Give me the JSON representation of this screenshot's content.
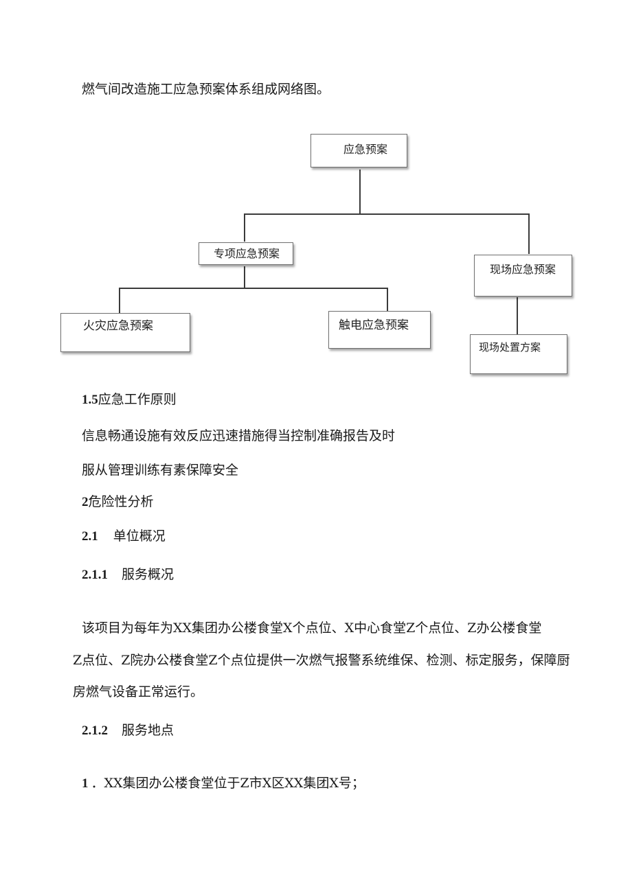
{
  "intro": "燃气间改造施工应急预案体系组成网络图。",
  "diagram": {
    "root": "应急预案",
    "special": "专项应急预案",
    "onsite": "现场应急预案",
    "fire": "火灾应急预案",
    "electric": "触电应急预案",
    "disposal": "现场处置方案"
  },
  "sec_1_5": {
    "num": "1.5",
    "title": "应急工作原则"
  },
  "principles": [
    "信息畅通设施有效反应迅速措施得当控制准确报告及时",
    "服从管理训练有素保障安全"
  ],
  "sec_2": {
    "num": "2",
    "title": "危险性分析"
  },
  "sec_2_1": {
    "num": "2.1",
    "title": "单位概况"
  },
  "sec_2_1_1": {
    "num": "2.1.1",
    "title": "服务概况"
  },
  "overview_lines": [
    "该项目为每年为XX集团办公楼食堂X个点位、X中心食堂Z个点位、Z办公楼食堂",
    "Z点位、Z院办公楼食堂Z个点位提供一次燃气报警系统维保、检测、标定服务，保障厨",
    "房燃气设备正常运行。"
  ],
  "sec_2_1_2": {
    "num": "2.1.2",
    "title": "服务地点"
  },
  "locations": [
    {
      "num": "1",
      "text": "．XX集团办公楼食堂位于Z市X区XX集团X号；"
    }
  ]
}
